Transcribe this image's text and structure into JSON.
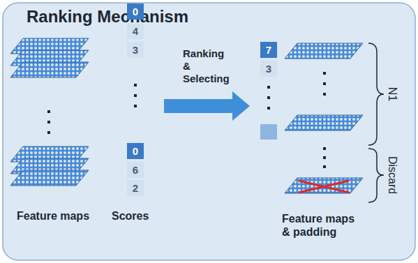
{
  "diagram": {
    "title": "Ranking Mechanism",
    "nodes": [
      {
        "text": [
          "0"
        ]
      },
      {
        "text": [
          "4"
        ]
      },
      {
        "text": [
          "3"
        ]
      },
      {
        "text": [
          "0"
        ]
      },
      {
        "text": [
          "6"
        ]
      },
      {
        "text": [
          "2"
        ]
      },
      {
        "text": [
          "7"
        ]
      },
      {
        "text": [
          "3"
        ]
      }
    ],
    "labels": [
      "Ranking & Selecting",
      "Feature maps",
      "Scores",
      "Feature maps & padding",
      "N1",
      "Discard"
    ]
  }
}
